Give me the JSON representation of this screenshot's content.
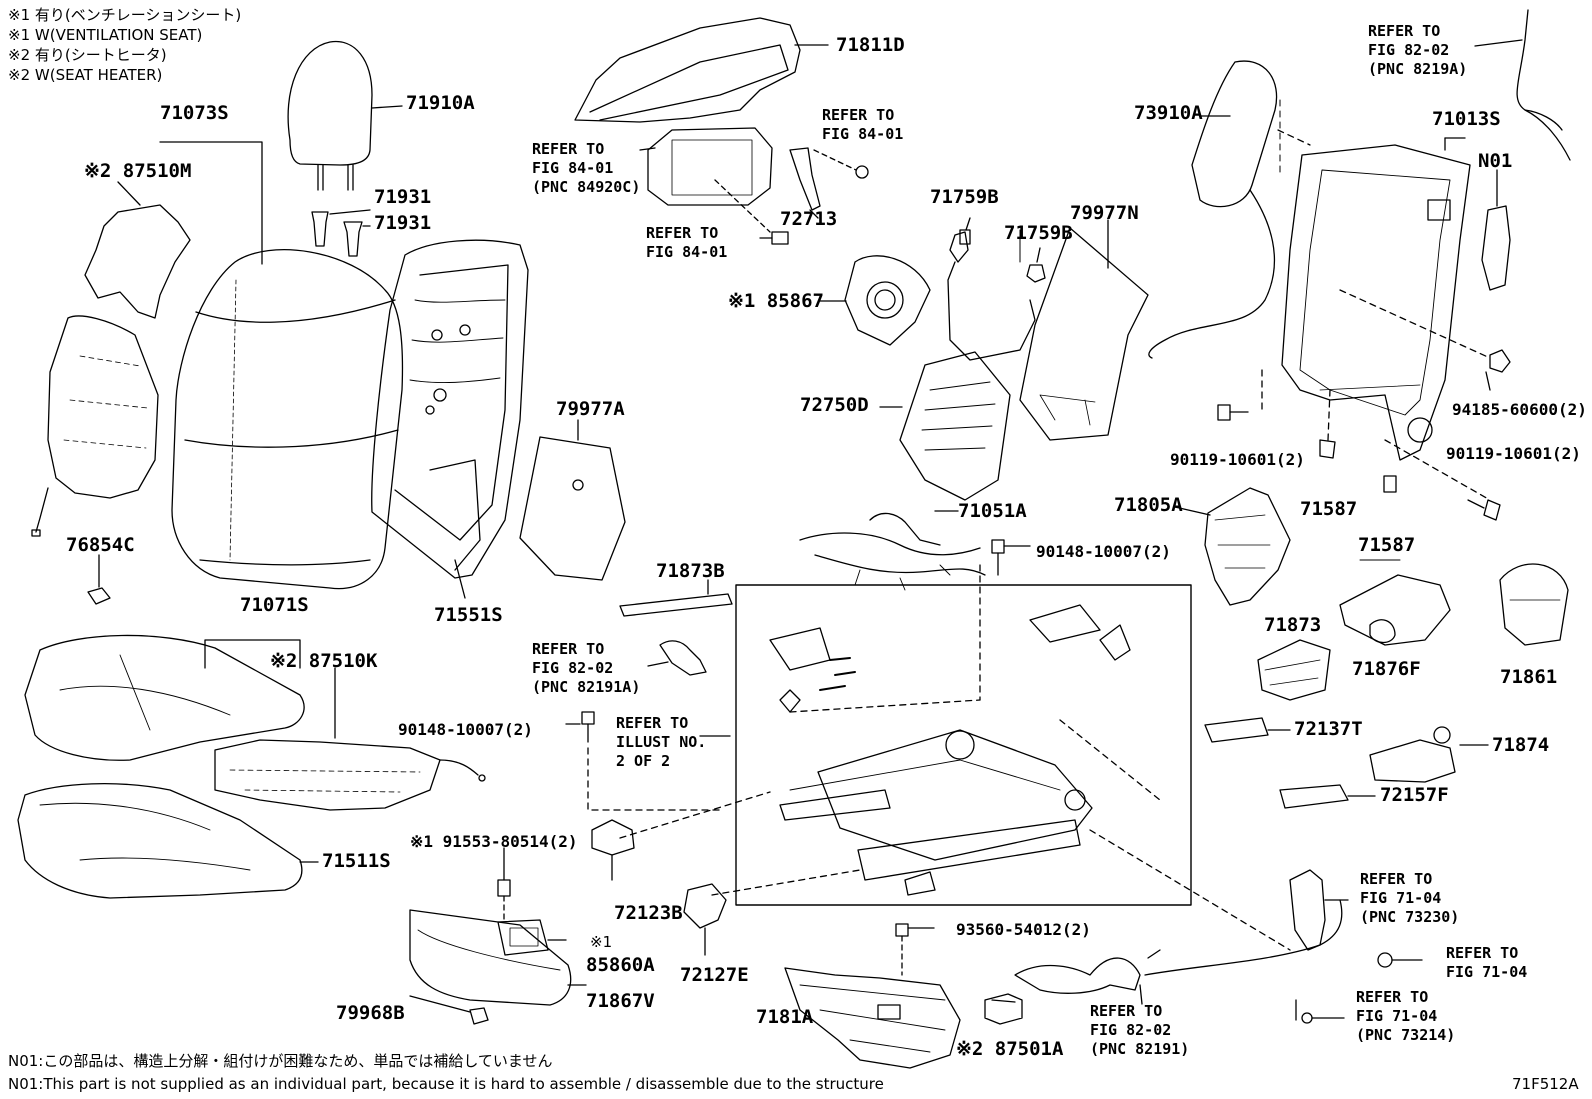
{
  "legend": {
    "lines": [
      "※1 有り(ベンチレーションシート)",
      "※1 W(VENTILATION SEAT)",
      "※2 有り(シートヒータ)",
      "※2 W(SEAT HEATER)"
    ]
  },
  "parts": {
    "p71811D": "71811D",
    "p71910A": "71910A",
    "p71073S": "71073S",
    "p87510M": "※2 87510M",
    "p71931a": "71931",
    "p71931b": "71931",
    "p72713": "72713",
    "p71759Ba": "71759B",
    "p71759Bb": "71759B",
    "p79977N": "79977N",
    "p73910A": "73910A",
    "p71013S": "71013S",
    "pN01": "N01",
    "p85867": "※1 85867",
    "p72750D": "72750D",
    "p79977A": "79977A",
    "p94185": "94185-60600(2)",
    "p90119a": "90119-10601(2)",
    "p90119b": "90119-10601(2)",
    "p71051A": "71051A",
    "p90148a": "90148-10007(2)",
    "p71805A": "71805A",
    "p71587a": "71587",
    "p71587b": "71587",
    "p76854C": "76854C",
    "p71551S": "71551S",
    "p71873B": "71873B",
    "p71071S": "71071S",
    "p87510K": "※2 87510K",
    "p90148b": "90148-10007(2)",
    "p71873": "71873",
    "p71876F": "71876F",
    "p71861": "71861",
    "p72137T": "72137T",
    "p71874": "71874",
    "p72157F": "72157F",
    "p71511S": "71511S",
    "p91553": "※1 91553-80514(2)",
    "p72123B": "72123B",
    "p85860A_mark": "※1",
    "p85860A": "85860A",
    "p72127E": "72127E",
    "p93560": "93560-54012(2)",
    "p71867V": "71867V",
    "p79968B": "79968B",
    "p7181A": "7181A",
    "p87501A": "※2 87501A"
  },
  "refs": {
    "r1": "REFER TO\nFIG 82-02\n(PNC 8219A)",
    "r2": "REFER TO\nFIG 84-01",
    "r3": "REFER TO\nFIG 84-01\n(PNC 84920C)",
    "r4": "REFER TO\nFIG 84-01",
    "r5": "REFER TO\nFIG 82-02\n(PNC 82191A)",
    "r6": "REFER TO\nILLUST NO.\n2 OF 2",
    "r7": "REFER TO\nFIG 71-04\n(PNC 73230)",
    "r8": "REFER TO\nFIG 71-04",
    "r9": "REFER TO\nFIG 71-04\n(PNC 73214)",
    "r10": "REFER TO\nFIG 82-02\n(PNC 82191)"
  },
  "footer": {
    "note_jp": "N01:この部品は、構造上分解・組付けが困難なため、単品では補給していません",
    "note_en": "N01:This part is not supplied as an individual part, because it is hard to assemble / disassemble due to the structure",
    "figure_id": "71F512A"
  }
}
